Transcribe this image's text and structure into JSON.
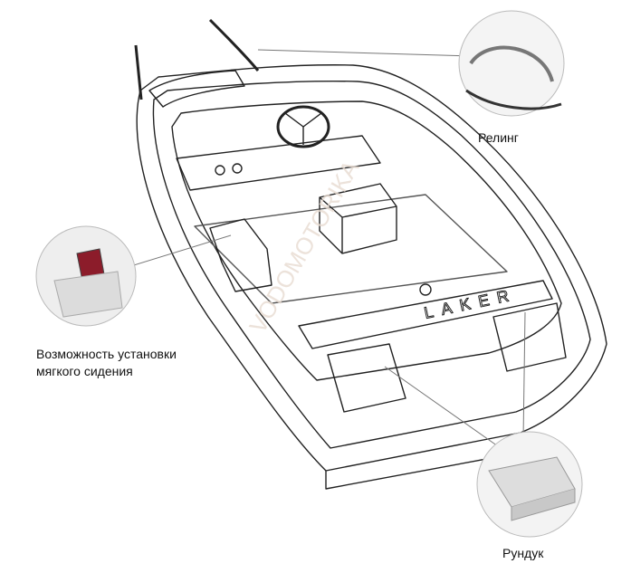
{
  "callouts": {
    "railing": "Релинг",
    "seat": [
      "Возможность установки",
      "мягкого сидения"
    ],
    "locker": "Рундук"
  },
  "boat_brand": "LAKER",
  "watermark": "VODOMOTORIKA"
}
